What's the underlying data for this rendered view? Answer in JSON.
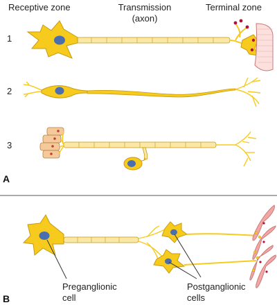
{
  "headers": {
    "receptive": "Receptive zone",
    "transmission_line1": "Transmission",
    "transmission_line2": "(axon)",
    "terminal": "Terminal zone"
  },
  "panel_a": {
    "label": "A",
    "row_numbers": [
      "1",
      "2",
      "3"
    ]
  },
  "panel_b": {
    "label": "B",
    "preganglionic_line1": "Preganglionic",
    "preganglionic_line2": "cell",
    "postganglionic_line1": "Postganglionic",
    "postganglionic_line2": "cells"
  },
  "colors": {
    "neuron_fill": "#f7cb1e",
    "neuron_stroke": "#c89a10",
    "axon_fill": "#fbe7a6",
    "nucleus": "#4a6fb0",
    "muscle_fill": "#f3a7a4",
    "muscle_stroke": "#c87b78",
    "synapse_dot": "#b0123b",
    "divider": "#555555"
  }
}
